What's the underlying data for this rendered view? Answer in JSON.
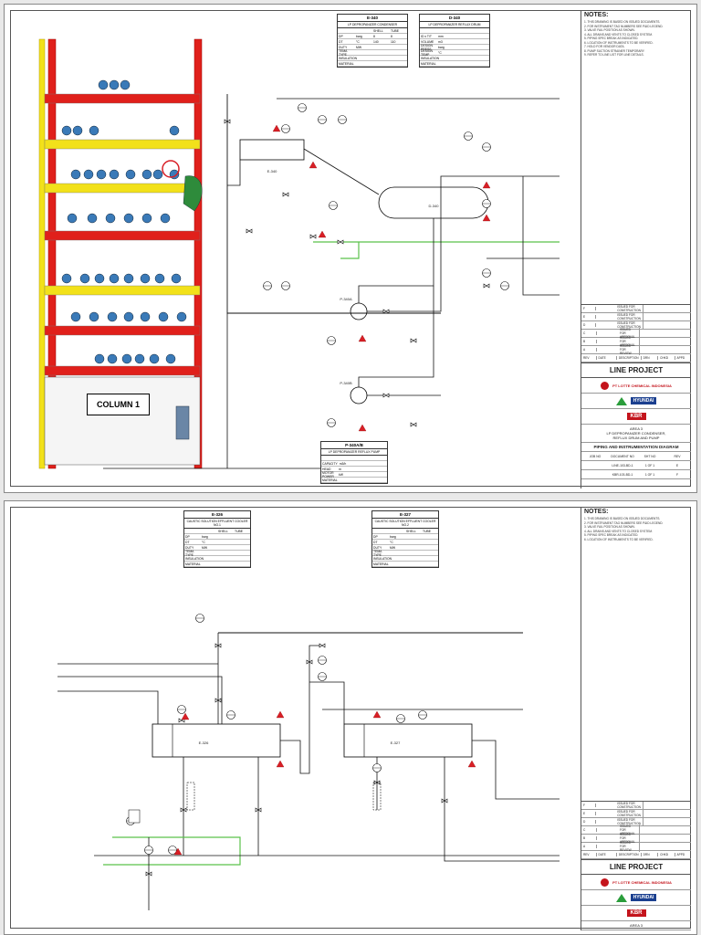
{
  "sheet1": {
    "equipment": [
      {
        "tag": "E-340",
        "desc": "LP DEPROPANIZER CONDENSER",
        "headers": [
          "",
          "SHELL",
          "TUBE"
        ],
        "rows": [
          [
            "DP",
            "barg",
            "8",
            "8"
          ],
          [
            "DT",
            "°C",
            "140",
            "110"
          ],
          [
            "DUTY",
            "MW",
            "",
            ""
          ],
          [
            "TEMA TYPE",
            "",
            "",
            ""
          ],
          [
            "INSULATION",
            "",
            "",
            ""
          ],
          [
            "MATERIAL",
            "",
            "",
            ""
          ]
        ]
      },
      {
        "tag": "D-340",
        "desc": "LP DEPROPANIZER REFLUX DRUM",
        "headers": [
          "",
          "",
          ""
        ],
        "rows": [
          [
            "ID x T/T",
            "mm",
            "",
            ""
          ],
          [
            "VOLUME",
            "m3",
            "",
            ""
          ],
          [
            "DESIGN PRESS",
            "barg",
            "",
            ""
          ],
          [
            "DESIGN TEMP",
            "°C",
            "",
            ""
          ],
          [
            "INSULATION",
            "",
            "",
            ""
          ],
          [
            "MATERIAL",
            "",
            "",
            ""
          ]
        ]
      },
      {
        "tag": "P-340A/B",
        "desc": "LP DEPROPANIZER REFLUX PUMP",
        "headers": [
          "",
          "",
          ""
        ],
        "rows": [
          [
            "CAPACITY",
            "m3/h",
            "",
            ""
          ],
          [
            "HEAD",
            "m",
            "",
            ""
          ],
          [
            "MOTOR POWER",
            "kW",
            "",
            ""
          ],
          [
            "MATERIAL",
            "",
            "",
            ""
          ]
        ]
      }
    ],
    "equipment_labels": [
      "E-340",
      "D-340",
      "P-340A",
      "P-340B"
    ],
    "column_label": "COLUMN 1",
    "title_block": {
      "notes_title": "NOTES:",
      "notes": [
        "1. THIS DRAWING IS BASED ON ISSUED DOCUMENTS.",
        "2. FOR INSTRUMENT TAG NUMBERS SEE P&ID LEGEND.",
        "3. VALVE FAIL POSITION AS SHOWN.",
        "4. ALL DRAINS AND VENTS TO CLOSED SYSTEM.",
        "5. PIPING SPEC BREAK AS INDICATED.",
        "6. LOCATION OF INSTRUMENTS TO BE VERIFIED.",
        "7. HOLD FOR VENDOR DATA.",
        "8. PUMP SUCTION STRAINER TEMPORARY.",
        "9. REFER TO LINE LIST FOR LINE DETAILS."
      ],
      "revisions": [
        [
          "F",
          "",
          "ISSUED FOR CONSTRUCTION",
          "",
          "",
          ""
        ],
        [
          "E",
          "",
          "ISSUED FOR CONSTRUCTION",
          "",
          "",
          ""
        ],
        [
          "D",
          "",
          "ISSUED FOR CONSTRUCTION",
          "",
          "",
          ""
        ],
        [
          "C",
          "",
          "ISSUED FOR APPROVAL",
          "",
          "",
          ""
        ],
        [
          "B",
          "",
          "ISSUED FOR APPROVAL",
          "",
          "",
          ""
        ],
        [
          "A",
          "",
          "ISSUED FOR REVIEW",
          "",
          "",
          ""
        ],
        [
          "REV",
          "DATE",
          "DESCRIPTION",
          "DRN",
          "CHKD",
          "APPD"
        ]
      ],
      "project": "LINE PROJECT",
      "owner_logo": "PT LOTTE CHEMICAL INDONESIA",
      "contractor": "HYUNDAI",
      "engineer": "KBR",
      "area": "AREA 3",
      "drawing_title": [
        "LP DEPROPANIZER CONDENSER,",
        "REFLUX DRUM AND PUMP"
      ],
      "drawing_type": "PIPING AND INSTRUMENTATION DIAGRAM",
      "doc_rows": [
        [
          "JOB NO",
          "DOCUMENT NO",
          "SHT NO",
          "REV"
        ],
        [
          "",
          "LINE-103-BD-1",
          "1 OF 1",
          "E"
        ],
        [
          "",
          "KBR-103-BD-1",
          "1 OF 1",
          "F"
        ]
      ]
    }
  },
  "sheet2": {
    "equipment": [
      {
        "tag": "E-326",
        "desc": "CAUSTIC SOLUTION EFFLUENT COOLER NO.1",
        "headers": [
          "",
          "SHELL",
          "TUBE"
        ],
        "rows": [
          [
            "DP",
            "barg",
            "",
            ""
          ],
          [
            "DT",
            "°C",
            "",
            ""
          ],
          [
            "DUTY",
            "MW",
            "",
            ""
          ],
          [
            "TEMA TYPE",
            "",
            "",
            ""
          ],
          [
            "INSULATION",
            "",
            "",
            ""
          ],
          [
            "MATERIAL",
            "",
            "",
            ""
          ]
        ]
      },
      {
        "tag": "E-327",
        "desc": "CAUSTIC SOLUTION EFFLUENT COOLER NO.2",
        "headers": [
          "",
          "SHELL",
          "TUBE"
        ],
        "rows": [
          [
            "DP",
            "barg",
            "",
            ""
          ],
          [
            "DT",
            "°C",
            "",
            ""
          ],
          [
            "DUTY",
            "MW",
            "",
            ""
          ],
          [
            "TEMA TYPE",
            "",
            "",
            ""
          ],
          [
            "INSULATION",
            "",
            "",
            ""
          ],
          [
            "MATERIAL",
            "",
            "",
            ""
          ]
        ]
      }
    ],
    "equipment_labels": [
      "E-326",
      "E-327"
    ],
    "title_block": {
      "notes_title": "NOTES:",
      "notes": [
        "1. THIS DRAWING IS BASED ON ISSUED DOCUMENTS.",
        "2. FOR INSTRUMENT TAG NUMBERS SEE P&ID LEGEND.",
        "3. VALVE FAIL POSITION AS SHOWN.",
        "4. ALL DRAINS AND VENTS TO CLOSED SYSTEM.",
        "5. PIPING SPEC BREAK AS INDICATED.",
        "6. LOCATION OF INSTRUMENTS TO BE VERIFIED."
      ],
      "revisions": [
        [
          "F",
          "",
          "ISSUED FOR CONSTRUCTION",
          "",
          "",
          ""
        ],
        [
          "E",
          "",
          "ISSUED FOR CONSTRUCTION",
          "",
          "",
          ""
        ],
        [
          "D",
          "",
          "ISSUED FOR CONSTRUCTION",
          "",
          "",
          ""
        ],
        [
          "C",
          "",
          "ISSUED FOR APPROVAL",
          "",
          "",
          ""
        ],
        [
          "B",
          "",
          "ISSUED FOR APPROVAL",
          "",
          "",
          ""
        ],
        [
          "A",
          "",
          "ISSUED FOR REVIEW",
          "",
          "",
          ""
        ],
        [
          "REV",
          "DATE",
          "DESCRIPTION",
          "DRN",
          "CHKD",
          "APPD"
        ]
      ],
      "project": "LINE PROJECT",
      "owner_logo": "PT LOTTE CHEMICAL INDONESIA",
      "contractor": "HYUNDAI",
      "engineer": "KBR",
      "area": "AREA 3"
    }
  },
  "colors": {
    "rack_red": "#e0201b",
    "rack_yellow": "#f2e11a",
    "pipe_green": "#5ac24b",
    "alarm_red": "#d81f26",
    "line_black": "#111111"
  }
}
